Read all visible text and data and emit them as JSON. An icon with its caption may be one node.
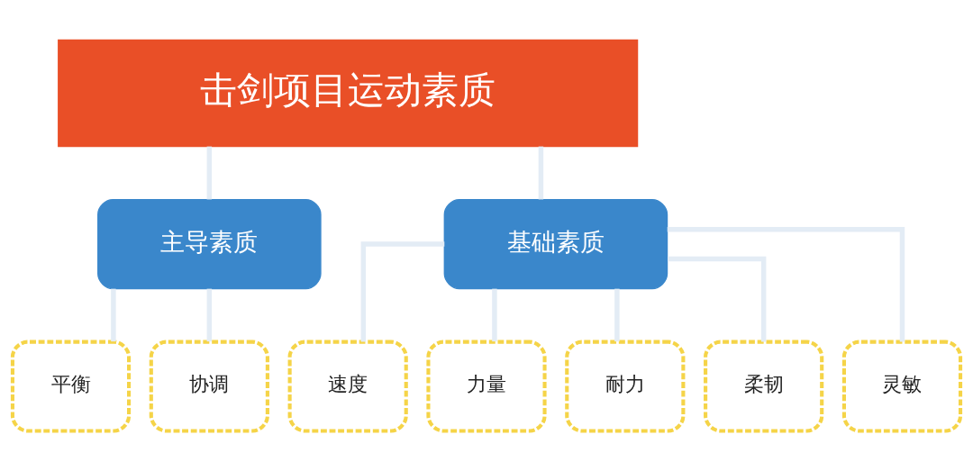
{
  "diagram": {
    "nodes": [
      {
        "text": [
          "击剑项目运动素质"
        ]
      },
      {
        "text": [
          "主导素质"
        ]
      },
      {
        "text": [
          "基础素质"
        ]
      },
      {
        "text": [
          "平衡"
        ]
      },
      {
        "text": [
          "协调"
        ]
      },
      {
        "text": [
          "速度"
        ]
      },
      {
        "text": [
          "力量"
        ]
      },
      {
        "text": [
          "耐力"
        ]
      },
      {
        "text": [
          "柔韧"
        ]
      },
      {
        "text": [
          "灵敏"
        ]
      }
    ],
    "edges": [
      {
        "from": 0,
        "to": 1,
        "arrow": "none"
      },
      {
        "from": 0,
        "to": 2,
        "arrow": "none"
      },
      {
        "from": 1,
        "to": 3,
        "arrow": "none"
      },
      {
        "from": 1,
        "to": 4,
        "arrow": "none"
      },
      {
        "from": 2,
        "to": 5,
        "arrow": "none"
      },
      {
        "from": 2,
        "to": 6,
        "arrow": "none"
      },
      {
        "from": 2,
        "to": 7,
        "arrow": "none"
      },
      {
        "from": 2,
        "to": 8,
        "arrow": "none"
      },
      {
        "from": 2,
        "to": 9,
        "arrow": "none"
      }
    ]
  }
}
